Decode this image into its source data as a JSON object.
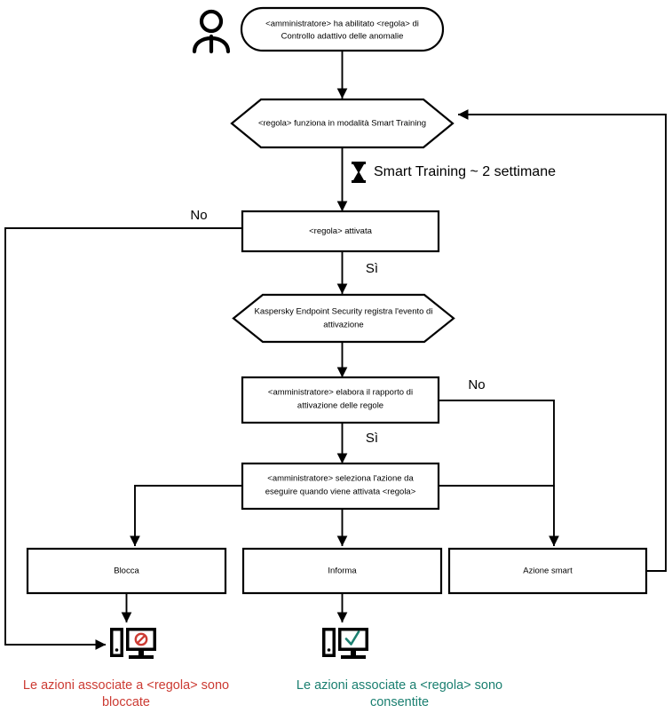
{
  "diagram": {
    "title": "Controllo adattivo delle anomalie - flusso regola",
    "language": "it",
    "colors": {
      "stroke": "#000000",
      "background": "#ffffff",
      "blocked": "#cc3b33",
      "allowed": "#1a7f70"
    },
    "actor": {
      "icon": "user-person-icon",
      "label": ""
    },
    "nodes": {
      "start": {
        "shape": "rounded-rectangle",
        "line1": "<amministratore> ha abilitato <regola> di",
        "line2": "Controllo adattivo delle anomalie"
      },
      "smart_training_mode": {
        "shape": "hexagon",
        "line1": "<regola> funziona in modalità Smart Training"
      },
      "rule_activated": {
        "shape": "rectangle",
        "line1": "<regola> attivata"
      },
      "kes_logs_event": {
        "shape": "hexagon",
        "line1": "Kaspersky Endpoint Security registra l'evento di",
        "line2": "attivazione"
      },
      "admin_report": {
        "shape": "rectangle",
        "line1": "<amministratore> elabora il rapporto di",
        "line2": "attivazione delle regole"
      },
      "admin_selects_action": {
        "shape": "rectangle",
        "line1": "<amministratore> seleziona l'azione da",
        "line2": "eseguire quando viene attivata <regola>"
      },
      "action_block": {
        "shape": "rectangle",
        "line1": "Blocca"
      },
      "action_inform": {
        "shape": "rectangle",
        "line1": "Informa"
      },
      "action_smart": {
        "shape": "rectangle",
        "line1": "Azione smart"
      }
    },
    "notes": {
      "smart_training_duration": {
        "icon": "hourglass-icon",
        "text": "Smart Training ~ 2 settimane"
      }
    },
    "edge_labels": {
      "rule_activated_no": "No",
      "rule_activated_yes": "Sì",
      "admin_report_no": "No",
      "admin_report_yes": "Sì"
    },
    "outcomes": {
      "blocked": {
        "icon": "computer-blocked-icon",
        "line1": "Le azioni associate a <regola> sono",
        "line2": "bloccate",
        "color": "#cc3b33"
      },
      "allowed": {
        "icon": "computer-allowed-icon",
        "line1": "Le azioni associate a <regola> sono",
        "line2": "consentite",
        "color": "#1a7f70"
      }
    }
  }
}
